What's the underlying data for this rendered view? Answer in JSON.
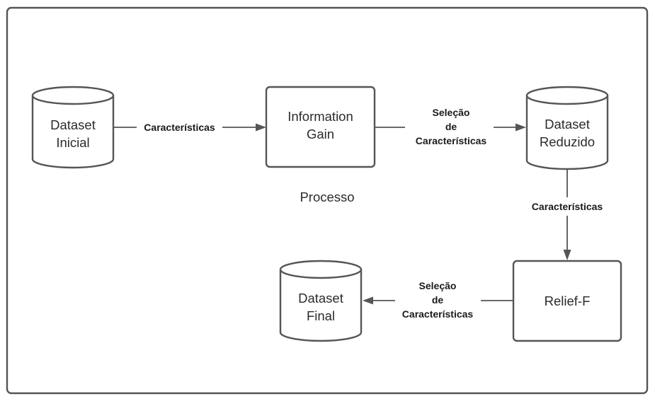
{
  "colors": {
    "stroke": "#555555",
    "text": "#2b2b2b",
    "background": "#ffffff"
  },
  "caption": "Processo",
  "nodes": {
    "dataset_inicial": {
      "shape": "cylinder",
      "lines": [
        "Dataset",
        "Inicial"
      ]
    },
    "information_gain": {
      "shape": "rectangle",
      "lines": [
        "Information",
        "Gain"
      ]
    },
    "dataset_reduzido": {
      "shape": "cylinder",
      "lines": [
        "Dataset",
        "Reduzido"
      ]
    },
    "relief_f": {
      "shape": "rectangle",
      "lines": [
        "Relief-F"
      ]
    },
    "dataset_final": {
      "shape": "cylinder",
      "lines": [
        "Dataset",
        "Final"
      ]
    }
  },
  "edges": {
    "inicial_to_gain": {
      "from": "Dataset Inicial",
      "to": "Information Gain",
      "lines": [
        "Características"
      ]
    },
    "gain_to_reduzido": {
      "from": "Information Gain",
      "to": "Dataset Reduzido",
      "lines": [
        "Seleção",
        "de",
        "Características"
      ]
    },
    "reduzido_to_relief": {
      "from": "Dataset Reduzido",
      "to": "Relief-F",
      "lines": [
        "Características"
      ]
    },
    "relief_to_final": {
      "from": "Relief-F",
      "to": "Dataset Final",
      "lines": [
        "Seleção",
        "de",
        "Características"
      ]
    }
  }
}
